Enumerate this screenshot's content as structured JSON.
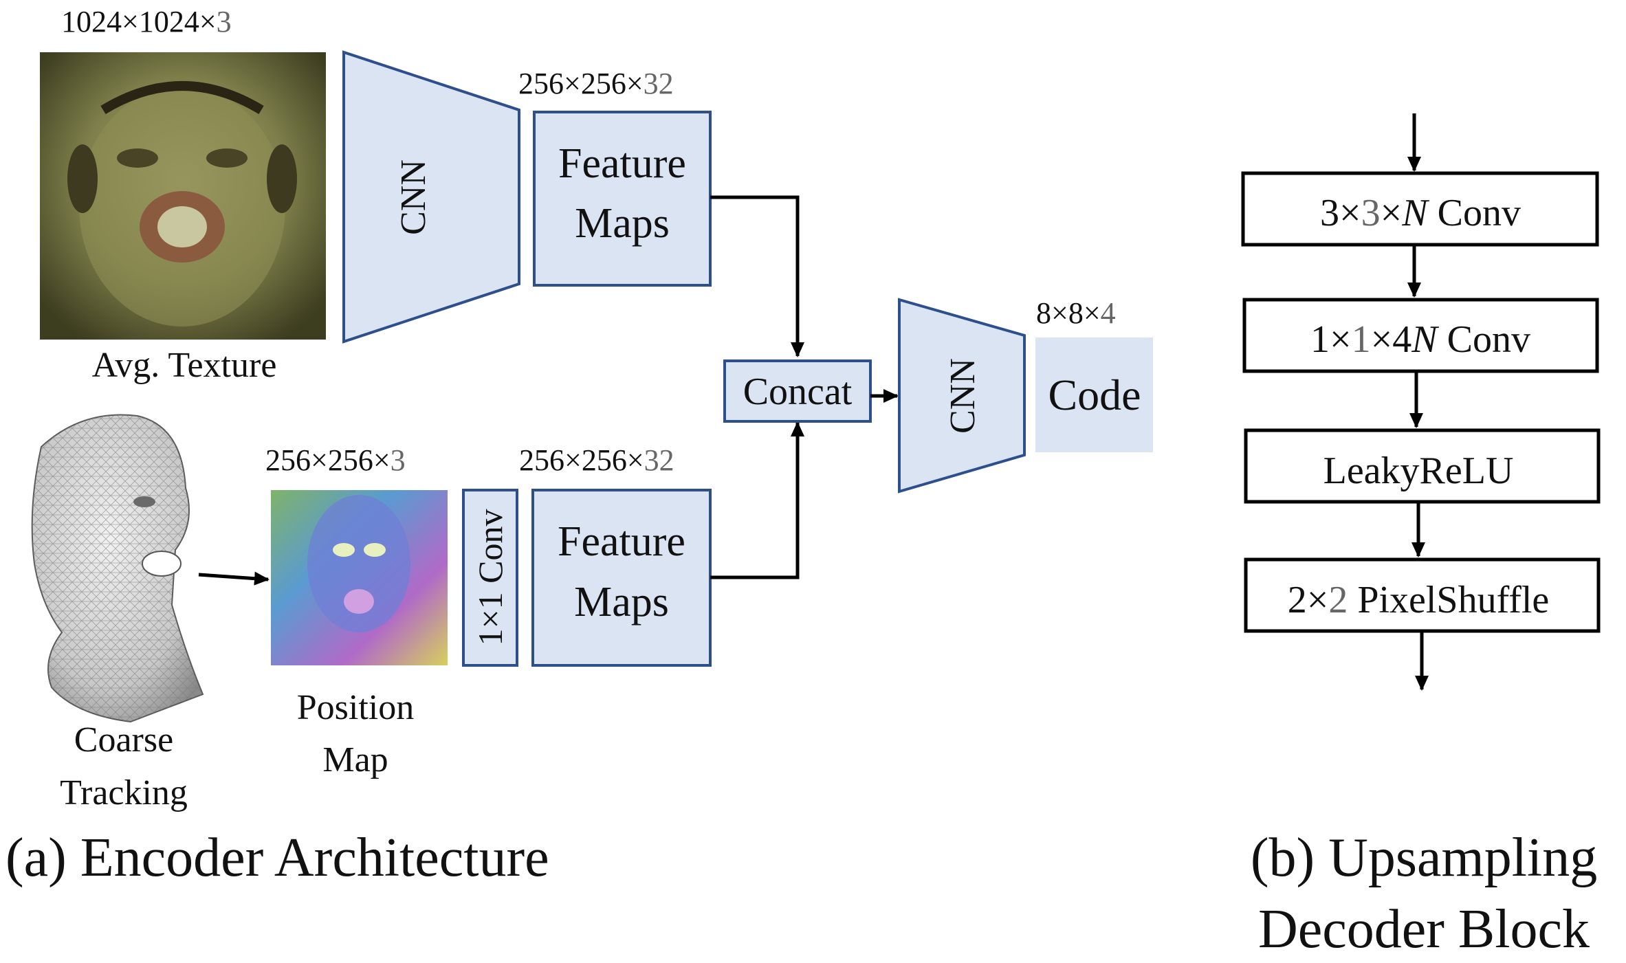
{
  "colors": {
    "block_fill": "#dbe4f3",
    "block_stroke": "#2d4f8c",
    "text": "#111111",
    "line": "#000000"
  },
  "encoder": {
    "avg_texture": {
      "dim_pre": "1024×1024×",
      "dim_last": "3",
      "label": "Avg. Texture"
    },
    "cnn_top_label": "CNN",
    "feature_maps_top": {
      "dim_pre": "256×256×",
      "dim_last": "32",
      "line1": "Feature",
      "line2": "Maps"
    },
    "coarse_tracking": {
      "line1": "Coarse",
      "line2": "Tracking"
    },
    "position_map": {
      "dim_pre": "256×256×",
      "dim_last": "3",
      "line1": "Position",
      "line2": "Map"
    },
    "conv1x1_label": "1×1 Conv",
    "feature_maps_bottom": {
      "dim_pre": "256×256×",
      "dim_last": "32",
      "line1": "Feature",
      "line2": "Maps"
    },
    "concat_label": "Concat",
    "cnn_mid_label": "CNN",
    "code": {
      "dim_pre": "8×8×",
      "dim_last": "4",
      "label": "Code"
    },
    "caption": "(a) Encoder Architecture"
  },
  "decoder": {
    "conv3": {
      "a": "3×",
      "b": "3",
      "c": "×",
      "d": "N",
      "e": " Conv"
    },
    "conv1": {
      "a": "1×",
      "b": "1",
      "c": "×4",
      "d": "N",
      "e": " Conv"
    },
    "leaky_label": "LeakyReLU",
    "pixelshuffle": {
      "a": "2×",
      "b": "2",
      "c": " PixelShuffle"
    },
    "caption_line1": "(b) Upsampling",
    "caption_line2": "Decoder Block"
  }
}
